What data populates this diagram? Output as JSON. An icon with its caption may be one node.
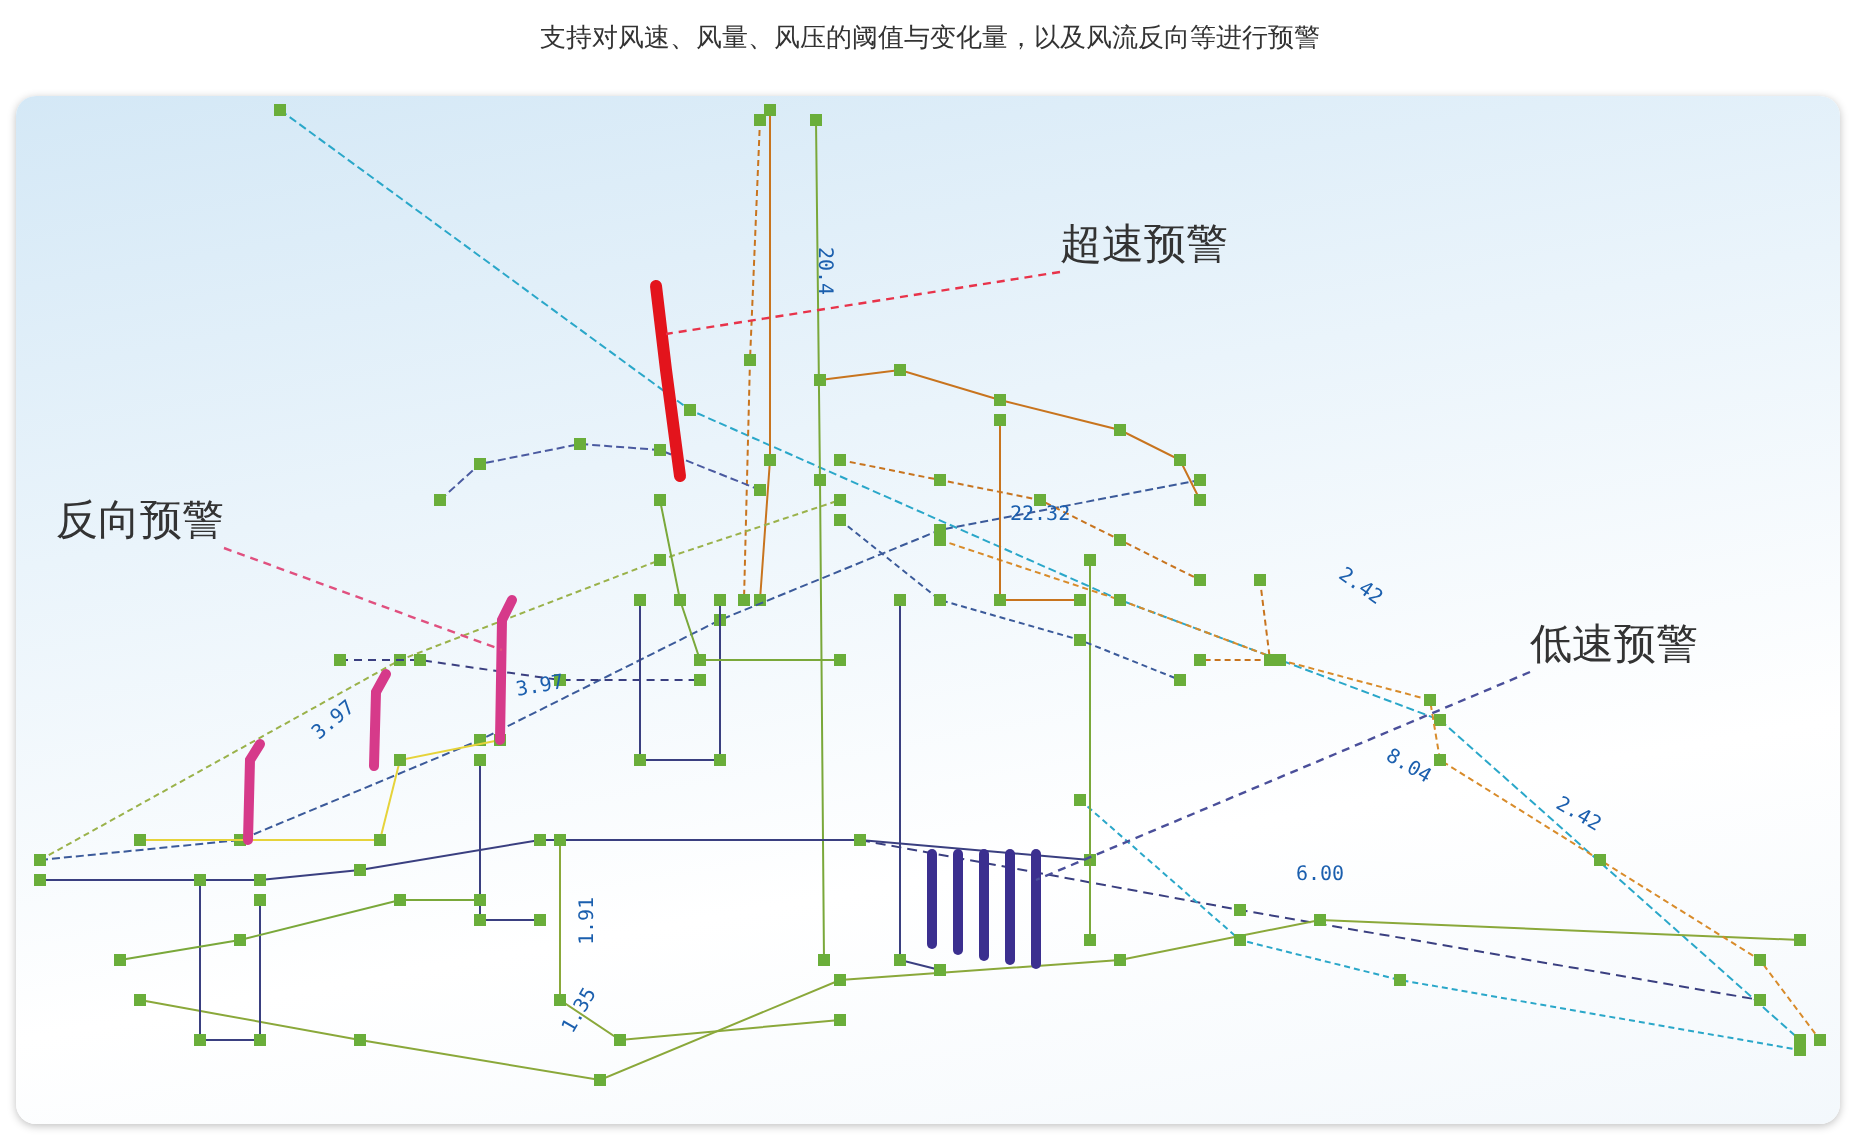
{
  "diagram": {
    "title": "支持对风速、风量、风压的阈值与变化量，以及风流反向等进行预警",
    "nodes": [
      {
        "text": [
          "超速预警"
        ]
      },
      {
        "text": [
          "反向预警"
        ]
      },
      {
        "text": [
          "低速预警"
        ]
      },
      {
        "text": [],
        "shape": "bar"
      },
      {
        "text": [],
        "shape": "bar"
      },
      {
        "text": [],
        "shape": "bar"
      },
      {
        "text": [],
        "shape": "bar"
      },
      {
        "text": [],
        "shape": "bar"
      },
      {
        "text": [],
        "shape": "bar"
      },
      {
        "text": [],
        "shape": "bar"
      },
      {
        "text": [],
        "shape": "bar"
      },
      {
        "text": [],
        "shape": "bar"
      }
    ],
    "edges": [
      {
        "from": 0,
        "to": 6,
        "arrow": "none",
        "style": "dashed",
        "color": "#e8334a"
      },
      {
        "from": 1,
        "to": 5,
        "arrow": "none",
        "style": "dashed",
        "color": "#e0507f"
      },
      {
        "from": 2,
        "to": 11,
        "arrow": "none",
        "style": "dashed",
        "color": "#4a4f9a"
      }
    ],
    "labels": [
      "20.4",
      "22.32",
      "2.42",
      "3.97",
      "3.97",
      "8.04",
      "2.42",
      "6.00",
      "1.91",
      "1.35"
    ]
  }
}
